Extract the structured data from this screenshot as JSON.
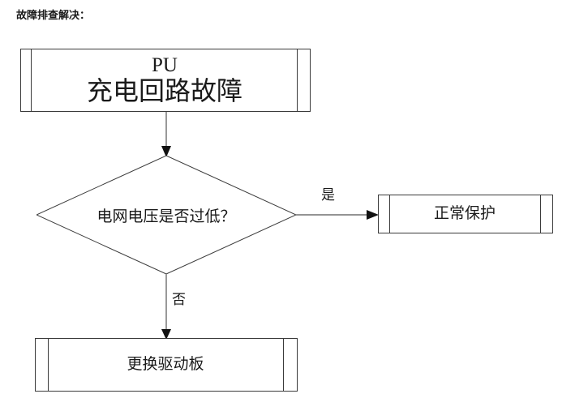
{
  "document": {
    "title": "故障排查解决："
  },
  "flowchart": {
    "type": "flowchart",
    "nodes": [
      {
        "id": "fault",
        "shape": "predefined-process",
        "lines": [
          "PU",
          "充电回路故障"
        ],
        "line1": "PU",
        "line2": "充电回路故障"
      },
      {
        "id": "decision",
        "shape": "diamond",
        "label": "电网电压是否过低？"
      },
      {
        "id": "normal-protection",
        "shape": "predefined-process",
        "label": "正常保护"
      },
      {
        "id": "replace-driver-board",
        "shape": "predefined-process",
        "label": "更换驱动板"
      }
    ],
    "edges": [
      {
        "from": "fault",
        "to": "decision",
        "label": ""
      },
      {
        "from": "decision",
        "to": "normal-protection",
        "label": "是"
      },
      {
        "from": "decision",
        "to": "replace-driver-board",
        "label": "否"
      }
    ],
    "colors": {
      "stroke": "#3a3a3a",
      "connector": "#555555",
      "text": "#1a1a1a",
      "background": "#ffffff"
    }
  }
}
